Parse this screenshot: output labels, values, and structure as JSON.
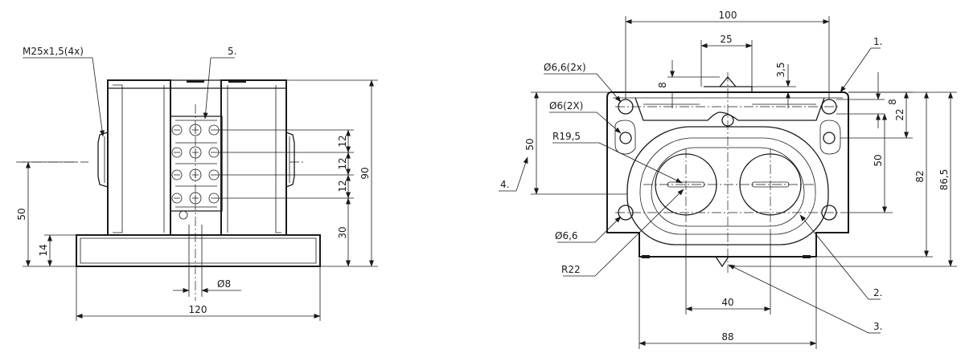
{
  "side_view": {
    "thread_label": "M25x1,5(4x)",
    "callout_5": "5.",
    "dim_12a": "12",
    "dim_12b": "12",
    "dim_12c": "12",
    "dim_90": "90",
    "dim_30": "30",
    "dim_50": "50",
    "dim_14": "14",
    "dim_dia8": "Ø8",
    "dim_120": "120"
  },
  "front_view": {
    "dim_100": "100",
    "dim_25": "25",
    "dim_8_top": "8",
    "dim_3_5": "3,5",
    "dim_8_right": "8",
    "dim_22": "22",
    "dim_50_right": "50",
    "dim_82": "82",
    "dim_86_5": "86,5",
    "dim_50_left": "50",
    "dim_40": "40",
    "dim_88": "88",
    "hole_66_2x": "Ø6,6(2x)",
    "hole_6_2x": "Ø6(2X)",
    "radius_195": "R19,5",
    "hole_66": "Ø6,6",
    "radius_22": "R22",
    "callout_1": "1.",
    "callout_2": "2.",
    "callout_3": "3.",
    "callout_4": "4."
  }
}
